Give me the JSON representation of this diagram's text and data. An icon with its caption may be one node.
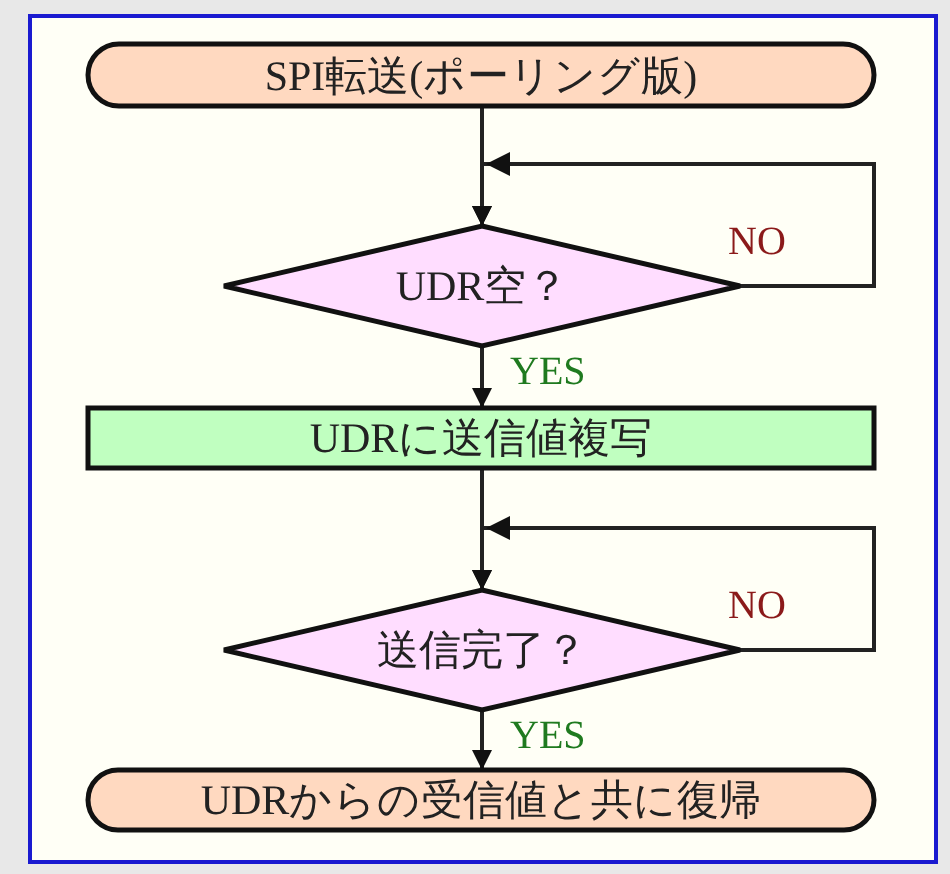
{
  "diagram": {
    "nodes": [
      {
        "text": [
          "SPI転送(ポーリング版)"
        ]
      },
      {
        "text": [
          "UDR空？"
        ]
      },
      {
        "text": [
          "UDRに送信値複写"
        ]
      },
      {
        "text": [
          "送信完了？"
        ]
      },
      {
        "text": [
          "UDRからの受信値と共に復帰"
        ]
      }
    ],
    "edges": [
      {
        "from": 0,
        "to": 1,
        "arrow": "to"
      },
      {
        "from": 1,
        "to": 1,
        "arrow": "to",
        "label": "NO"
      },
      {
        "from": 1,
        "to": 2,
        "arrow": "to",
        "label": "YES"
      },
      {
        "from": 2,
        "to": 3,
        "arrow": "to"
      },
      {
        "from": 3,
        "to": 3,
        "arrow": "to",
        "label": "NO"
      },
      {
        "from": 3,
        "to": 4,
        "arrow": "to",
        "label": "YES"
      }
    ]
  }
}
